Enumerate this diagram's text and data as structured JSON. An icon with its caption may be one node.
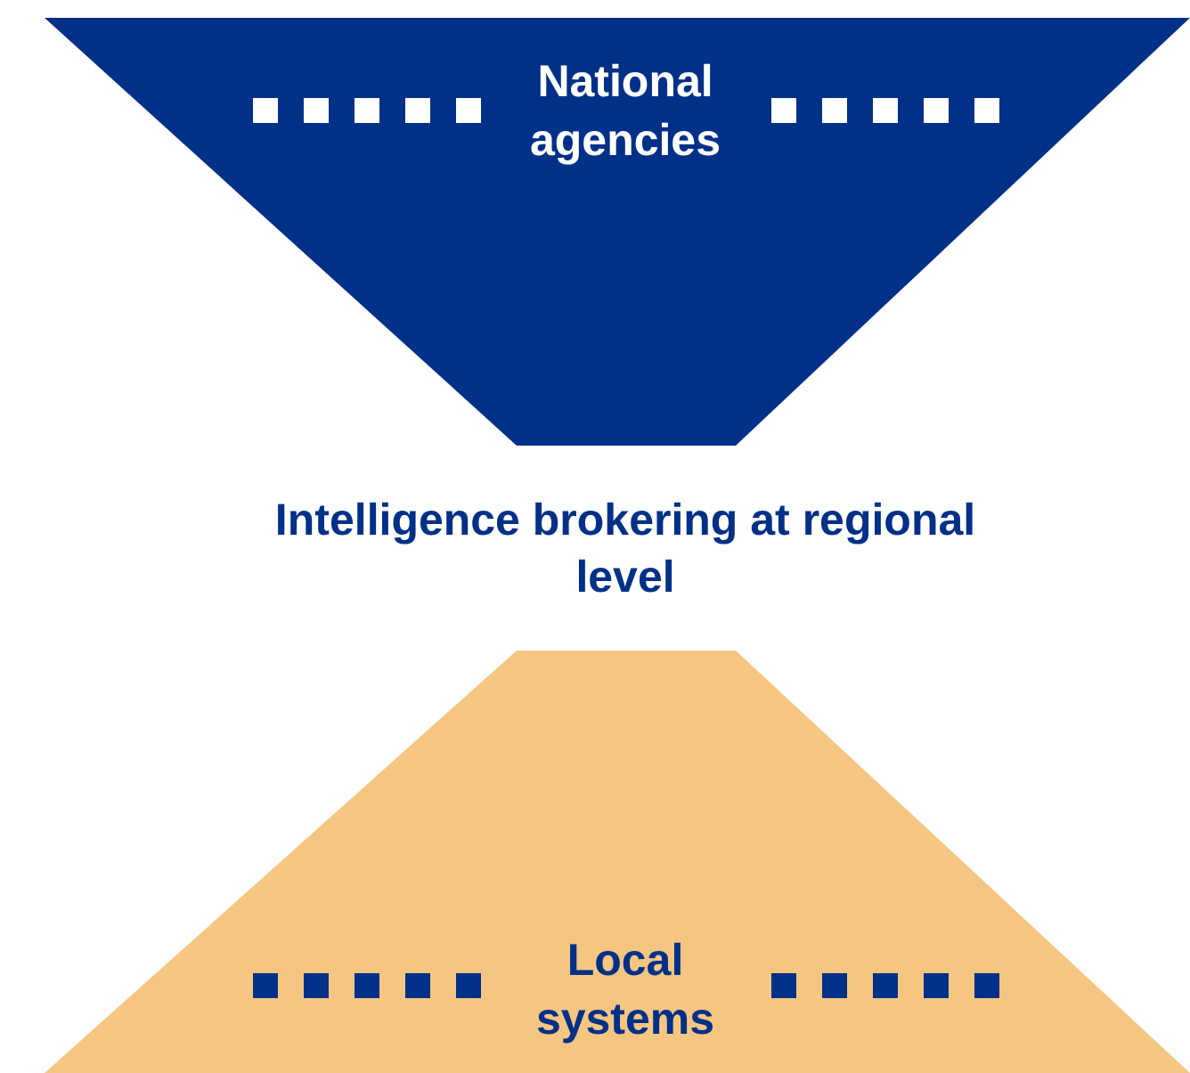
{
  "diagram": {
    "nodes": [
      {
        "text": [
          "National agencies"
        ]
      },
      {
        "text": [
          "Intelligence brokering at regional level"
        ]
      },
      {
        "text": [
          "Local systems"
        ]
      }
    ]
  }
}
